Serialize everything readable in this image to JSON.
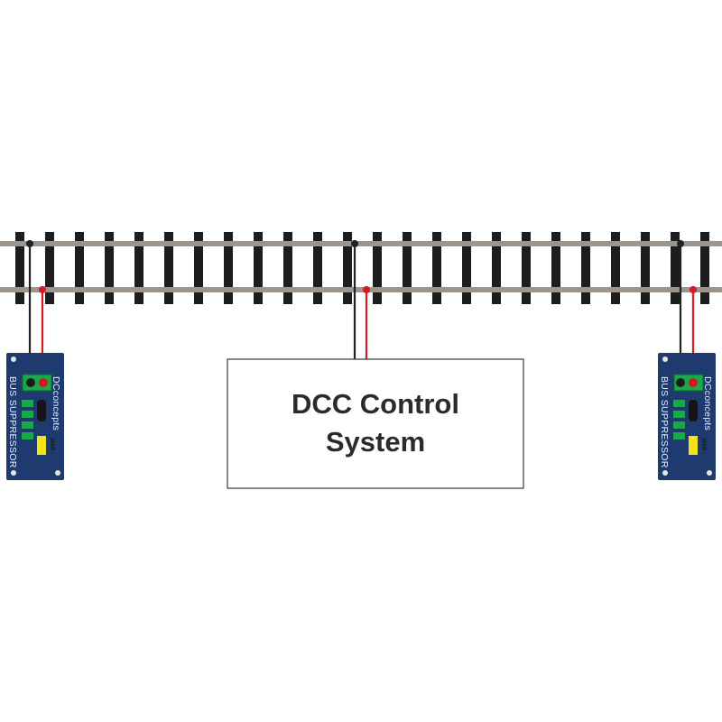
{
  "control_box": {
    "line1": "DCC Control",
    "line2": "System"
  },
  "suppressor_left": {
    "brand": "DCconcepts",
    "label": "BUS SUPPRESSOR",
    "resistor_marking": "100R"
  },
  "suppressor_right": {
    "brand": "DCconcepts",
    "label": "BUS SUPPRESSOR",
    "resistor_marking": "100R"
  },
  "colors": {
    "rail": "#9c948f",
    "sleeper": "#1d1d1d",
    "wire_black": "#222222",
    "wire_red": "#d71920",
    "board": "#1e3a6e",
    "terminal": "#1aa84a",
    "capacitor": "#f4e21a"
  }
}
